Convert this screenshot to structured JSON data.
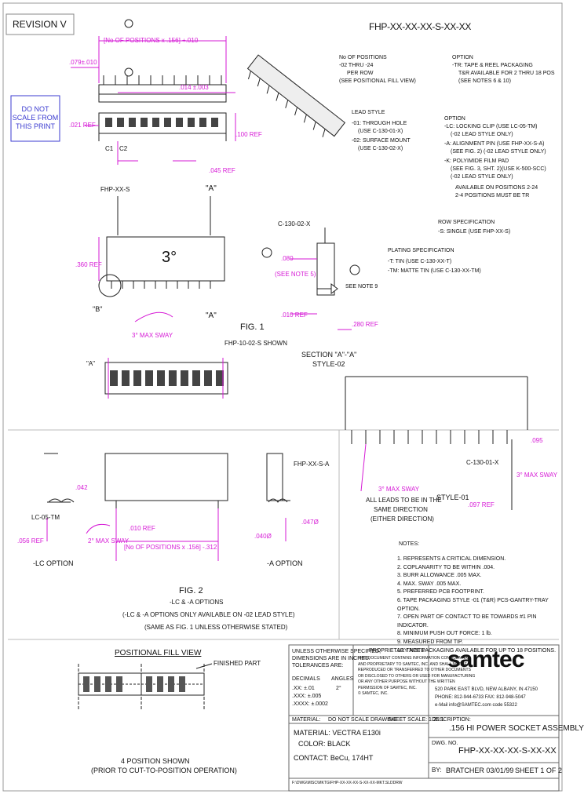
{
  "header": {
    "revision": "REVISION V",
    "part_code": "FHP-XX-XX-XX-S-XX-XX"
  },
  "warning": [
    "DO NOT",
    "SCALE FROM",
    "THIS PRINT"
  ],
  "dims": {
    "top_formula": "[No OF POSITIONS x .156] +.010",
    "d079": ".079±.010",
    "d014": ".014 ±.003",
    "d021": ".021 REF",
    "d100": ".100 REF",
    "d045": ".045 REF",
    "c1": "C1",
    "c2": "C2",
    "d360": ".360 REF",
    "d010": ".010 REF",
    "d280": ".280 REF",
    "d080": ".080",
    "see_note_5": "(SEE NOTE 5)",
    "c130": "C-130-02-X",
    "view_a": "\"A\"",
    "view_b": "\"B\"",
    "angle_a": "3°",
    "angle_b": "3°",
    "angle_c": "3°",
    "angle_d": "3°"
  },
  "ordering": {
    "positions_title": "No OF POSITIONS",
    "positions_1": "-02 THRU -24",
    "positions_2": "PER ROW",
    "positions_3": "(SEE POSITIONAL FILL VIEW)",
    "lead_title": "LEAD STYLE",
    "lead_1": "-01: THROUGH HOLE",
    "lead_2": "(USE C-130-01-X)",
    "lead_3": "-02: SURFACE MOUNT",
    "lead_4": "(USE C-130-02-X)",
    "opt1_title": "OPTION",
    "opt1_1": "-TR: TAPE & REEL PACKAGING",
    "opt1_2": "T&R AVAILABLE FOR 2 THRU 18 POS",
    "opt1_3": "(SEE NOTES 6 & 10)",
    "opt2_title": "OPTION",
    "opt2_1": "-LC: LOCKING CLIP (USE LC-05-TM)",
    "opt2_2": "(-02 LEAD STYLE ONLY)",
    "opt2_3": "-A: ALIGNMENT PIN (USE FHP-XX-S-A)",
    "opt2_4": "(SEE FIG. 2) (-02 LEAD STYLE ONLY)",
    "opt2_5": "-K: POLYIMIDE FILM PAD",
    "opt2_6": "(SEE FIG. 3, SHT. 2)(USE K-500-SCC)",
    "opt2_7": "(-02 LEAD STYLE ONLY)",
    "opt2_8": "AVAILABLE ON POSITIONS 2-24",
    "opt2_9": "2-4 POSITIONS MUST BE TR",
    "row_title": "ROW SPECIFICATION",
    "row_1": "-S: SINGLE (USE FHP-XX-S)",
    "plating_title": "PLATING SPECIFICATION",
    "plating_1": "-T: TIN (USE C-130-XX-T)",
    "plating_2": "-TM: MATTE TIN (USE C-130-XX-TM)"
  },
  "fig1": {
    "body_label": "FHP-XX-S",
    "sway": "3° MAX SWAY",
    "title": "FIG. 1",
    "sub": "FHP-10-02-S SHOWN",
    "section_title": "SECTION \"A\"-\"A\"",
    "section_sub": "STYLE-02",
    "style01": "STYLE-01",
    "c13001": "C-130-01-X",
    "d095": ".095",
    "sway2": "3° MAX SWAY",
    "d097": ".097 REF",
    "leads_1": "3° MAX SWAY",
    "leads_2": "ALL LEADS TO BE IN THE",
    "leads_3": "SAME DIRECTION",
    "leads_4": "(EITHER DIRECTION)",
    "see_note_9": "SEE NOTE 9"
  },
  "fig2": {
    "d042": ".042",
    "lc05": "LC-05-TM",
    "d056": ".056 REF",
    "lc_option": "-LC OPTION",
    "sway": "2° MAX SWAY",
    "d010": ".010 REF",
    "formula": "[No OF POSITIONS x .156] -.312",
    "fhp_a": "FHP-XX-S-A",
    "d047": ".047Ø",
    "d040": ".040Ø",
    "a_option": "-A OPTION",
    "title": "FIG. 2",
    "sub1": "-LC & -A OPTIONS",
    "sub2": "(-LC & -A OPTIONS ONLY AVAILABLE ON -02 LEAD STYLE)",
    "sub3": "(SAME AS FIG. 1 UNLESS OTHERWISE STATED)"
  },
  "notes": {
    "title": "NOTES:",
    "items": [
      "1.  REPRESENTS A CRITICAL DIMENSION.",
      "2.  COPLANARITY TO BE WITHIN .004.",
      "3.  BURR ALLOWANCE .005 MAX.",
      "4.  MAX. SWAY .005 MAX.",
      "5.  PREFERRED PCB FOOTPRINT.",
      "6.  TAPE PACKAGING STYLE -01 (T&R) PCS-GANTRY-TRAY OPTION.",
      "7.  OPEN PART OF CONTACT TO BE TOWARDS #1 PIN INDICATOR.",
      "8.  MINIMUM PUSH OUT FORCE: 1 lb.",
      "9.  MEASURED FROM TIP.",
      "10. TAPE PACKAGING AVAILABLE FOR UP TO 18 POSITIONS."
    ]
  },
  "fill_view": {
    "title": "POSITIONAL FILL VIEW",
    "finished": "FINISHED PART",
    "caption1": "4 POSITION SHOWN",
    "caption2": "(PRIOR TO CUT-TO-POSITION OPERATION)"
  },
  "title_block": {
    "tol_1": "UNLESS OTHERWISE SPECIFIED,",
    "tol_2": "DIMENSIONS ARE IN INCHES.",
    "tol_3": "TOLERANCES ARE:",
    "decimals": "DECIMALS",
    "angles": "ANGLES",
    "dec1": ".XX: ±.01",
    "dec2": ".XXX: ±.005",
    "dec3": ".XXXX: ±.0002",
    "ang": "2°",
    "prop_title": "PROPRIETARY NOTE",
    "prop_lines": [
      "THIS DOCUMENT CONTAINS INFORMATION CONFIDENTIAL",
      "AND PROPRIETARY TO SAMTEC, INC. AND SHALL NOT BE",
      "REPRODUCED OR TRANSFERRED TO OTHER DOCUMENTS",
      "OR DISCLOSED TO OTHERS OR USED FOR MANUFACTURING",
      "OR ANY OTHER PURPOSE WITHOUT THE WRITTEN",
      "PERMISSION OF SAMTEC, INC.",
      "© SAMTEC, INC."
    ],
    "logo": "samtec",
    "addr1": "520 PARK EAST BLVD, NEW ALBANY, IN 47150",
    "addr2": "PHONE: 812-944-6733     FAX: 812-948-5047",
    "addr3": "e-Mail info@SAMTEC.com     code 55322",
    "material": "MATERIAL:",
    "dont_scale": "DO NOT SCALE DRAWING",
    "sheet_scale": "SHEET SCALE: 1.25:1",
    "mat1": "MATERIAL: VECTRA E130i",
    "mat2": "COLOR: BLACK",
    "mat3": "CONTACT: BeCu, 174HT",
    "description_label": "DESCRIPTION:",
    "description": ".156 HI POWER SOCKET ASSEMBLY",
    "dwg_label": "DWG. NO.",
    "dwg": "FHP-XX-XX-XX-S-XX-XX",
    "by": "BY:",
    "drawn": "BRATCHER 03/01/99",
    "sheet": "SHEET 1 OF 2",
    "path": "F:\\DWG\\MISC\\MKTG\\FHP-XX-XX-XX-S-XX-XX-MKT.SLDDRW"
  }
}
